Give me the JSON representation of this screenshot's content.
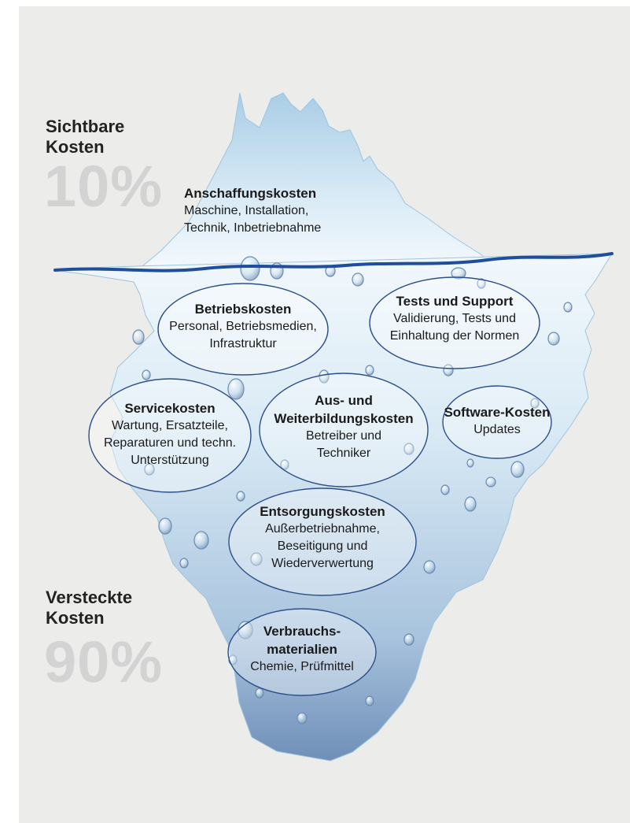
{
  "visible": {
    "heading": "Sichtbare\nKosten",
    "percent": "10%"
  },
  "hidden": {
    "heading": "Versteckte\nKosten",
    "percent": "90%"
  },
  "above_water": {
    "title": "Anschaffungskosten",
    "desc": "Maschine, Installation,\nTechnik, Inbetriebnahme"
  },
  "bubbles": [
    {
      "title": "Betriebskosten",
      "desc": "Personal, Betriebsmedien,\nInfrastruktur"
    },
    {
      "title": "Tests und Support",
      "desc": "Validierung, Tests und\nEinhaltung der Normen"
    },
    {
      "title": "Servicekosten",
      "desc": "Wartung, Ersatzteile,\nReparaturen und techn.\nUnterstützung"
    },
    {
      "title": "Aus- und\nWeiterbildungskosten",
      "desc": "Betreiber und\nTechniker"
    },
    {
      "title": "Software-Kosten",
      "desc": "Updates"
    },
    {
      "title": "Entsorgungskosten",
      "desc": "Außerbetriebnahme,\nBeseitigung und\nWiederverwertung"
    },
    {
      "title": "Verbrauchs-\nmaterialien",
      "desc": "Chemie, Prüfmittel"
    }
  ],
  "colors": {
    "background": "#ececea",
    "water_line": "#1f4e9c",
    "ice_top": "#e9f4fb",
    "ice_tip": "#a9cde6",
    "water_light": "#dcebf6",
    "water_deep": "#6f8fb8",
    "bubble_stroke": "#2c4f8a"
  }
}
